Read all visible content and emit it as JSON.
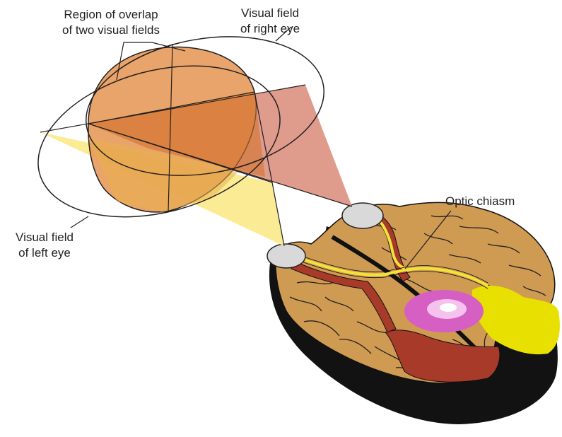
{
  "labels": {
    "overlap_line1": "Region of overlap",
    "overlap_line2": "of two visual fields",
    "right_eye_line1": "Visual field",
    "right_eye_line2": "of right eye",
    "left_eye_line1": "Visual field",
    "left_eye_line2": "of left eye",
    "optic_chiasm": "Optic chiasm"
  },
  "colors": {
    "overlap_region": "#e69a5a",
    "right_eye_field": "#d98a78",
    "left_eye_field": "#fbe98a",
    "brain_surface": "#cf9a52",
    "brain_base": "#111111",
    "optic_pathway": "#a83a2a",
    "optic_nerve": "#f2e23a",
    "cortex_highlight": "#d65fc4",
    "occipital_lobe": "#e8e000",
    "eye": "#d9d9d9"
  }
}
